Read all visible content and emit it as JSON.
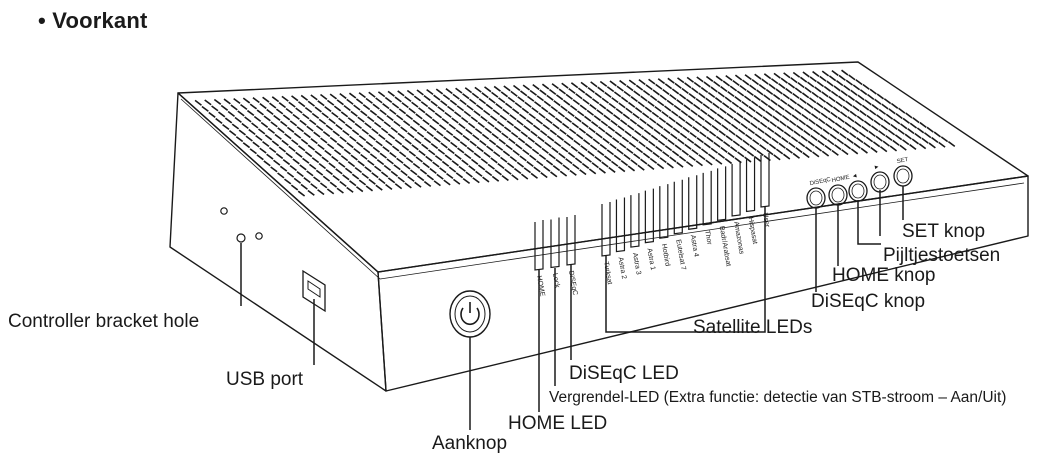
{
  "title": "• Voorkant",
  "labels": {
    "controller_bracket_hole": "Controller bracket hole",
    "usb_port": "USB port",
    "aanknop": "Aanknop",
    "home_led": "HOME LED",
    "vergrendel_led": "Vergrendel-LED (Extra functie: detectie van STB-stroom – Aan/Uit)",
    "diseqc_led": "DiSEqC LED",
    "satellite_leds": "Satellite LEDs",
    "diseqc_knop": "DiSEqC knop",
    "home_knop": "HOME knop",
    "pijltjestoetsen": "Pijltjestoetsen",
    "set_knop": "SET knop"
  },
  "front_panel": {
    "left_led_labels": [
      "HOME",
      "Lock",
      "DiSEqC"
    ],
    "satellite_led_labels": [
      "Turksat",
      "Astra 2",
      "Astra 3",
      "Astra 1",
      "Hotbird",
      "Eutelsat 7",
      "Astra 4",
      "Thor",
      "Badr/Arabsat",
      "Amazonas",
      "Hispasat",
      "User"
    ],
    "button_labels": [
      "DiSEqC",
      "HOME",
      "◄",
      "►",
      "SET"
    ]
  },
  "colors": {
    "line": "#1a1a1a",
    "background": "#ffffff"
  }
}
